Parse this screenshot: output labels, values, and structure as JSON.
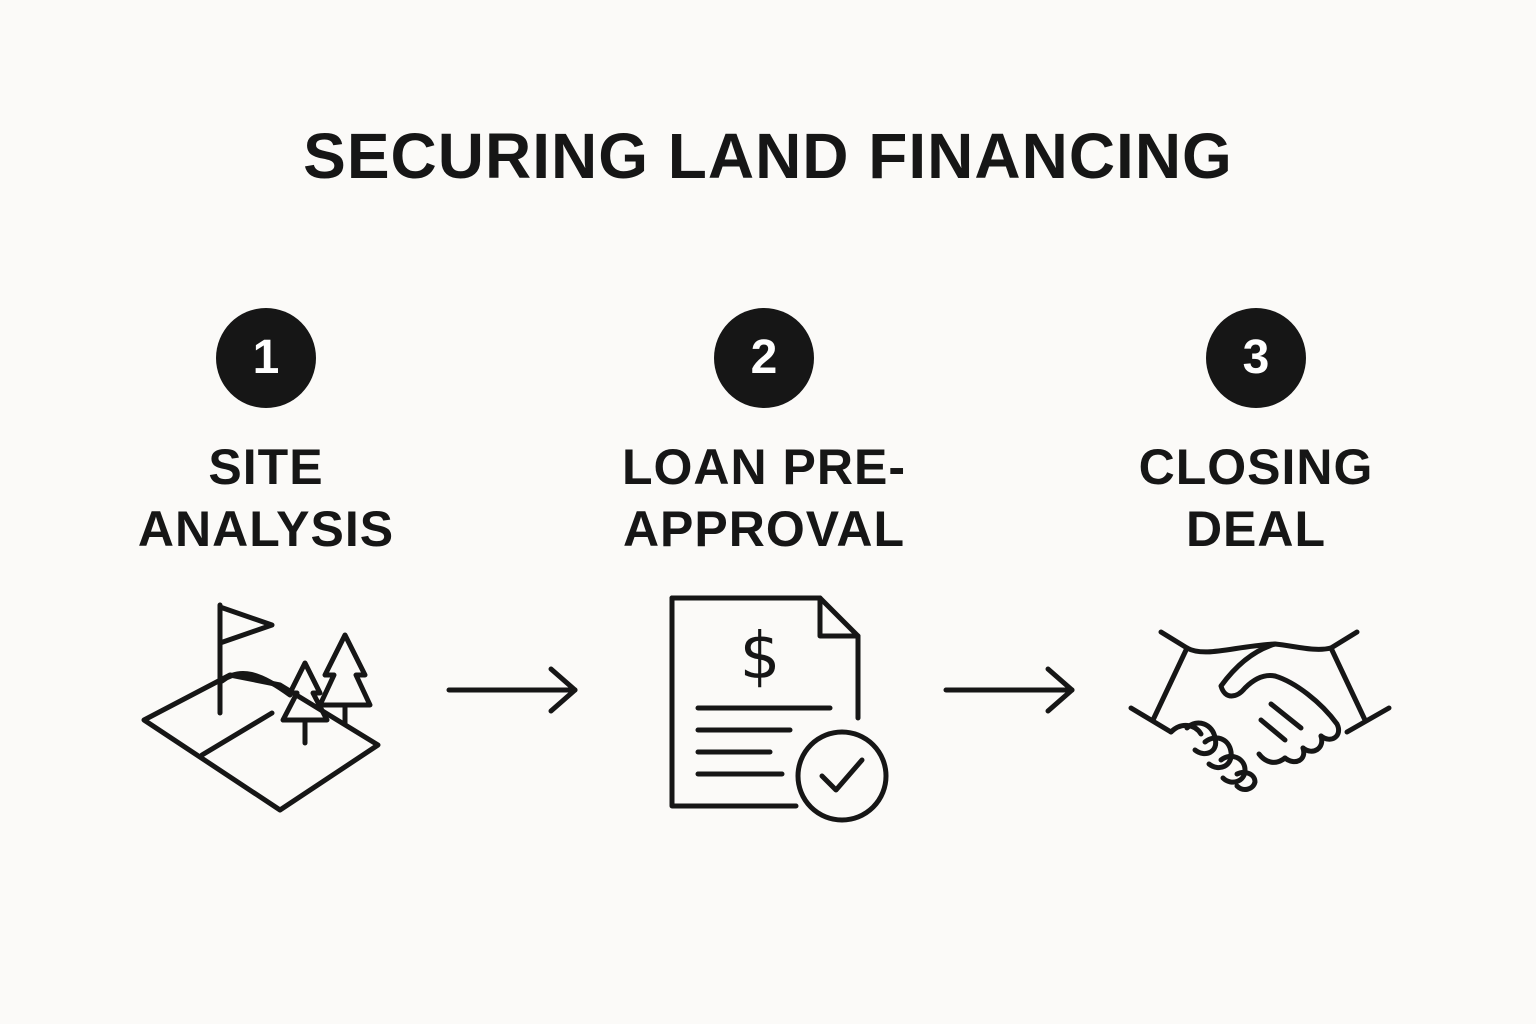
{
  "title": "SECURING LAND FINANCING",
  "steps": [
    {
      "number": "1",
      "label": "SITE\nANALYSIS",
      "icon": "land-plot-flag-trees-icon"
    },
    {
      "number": "2",
      "label": "LOAN PRE-\nAPPROVAL",
      "icon": "loan-document-check-icon"
    },
    {
      "number": "3",
      "label": "CLOSING\nDEAL",
      "icon": "handshake-icon"
    }
  ],
  "connectors": [
    "arrow-right-icon",
    "arrow-right-icon"
  ],
  "dollar_symbol": "$",
  "colors": {
    "background": "#fbfaf8",
    "ink": "#161616",
    "badge_text": "#ffffff"
  }
}
